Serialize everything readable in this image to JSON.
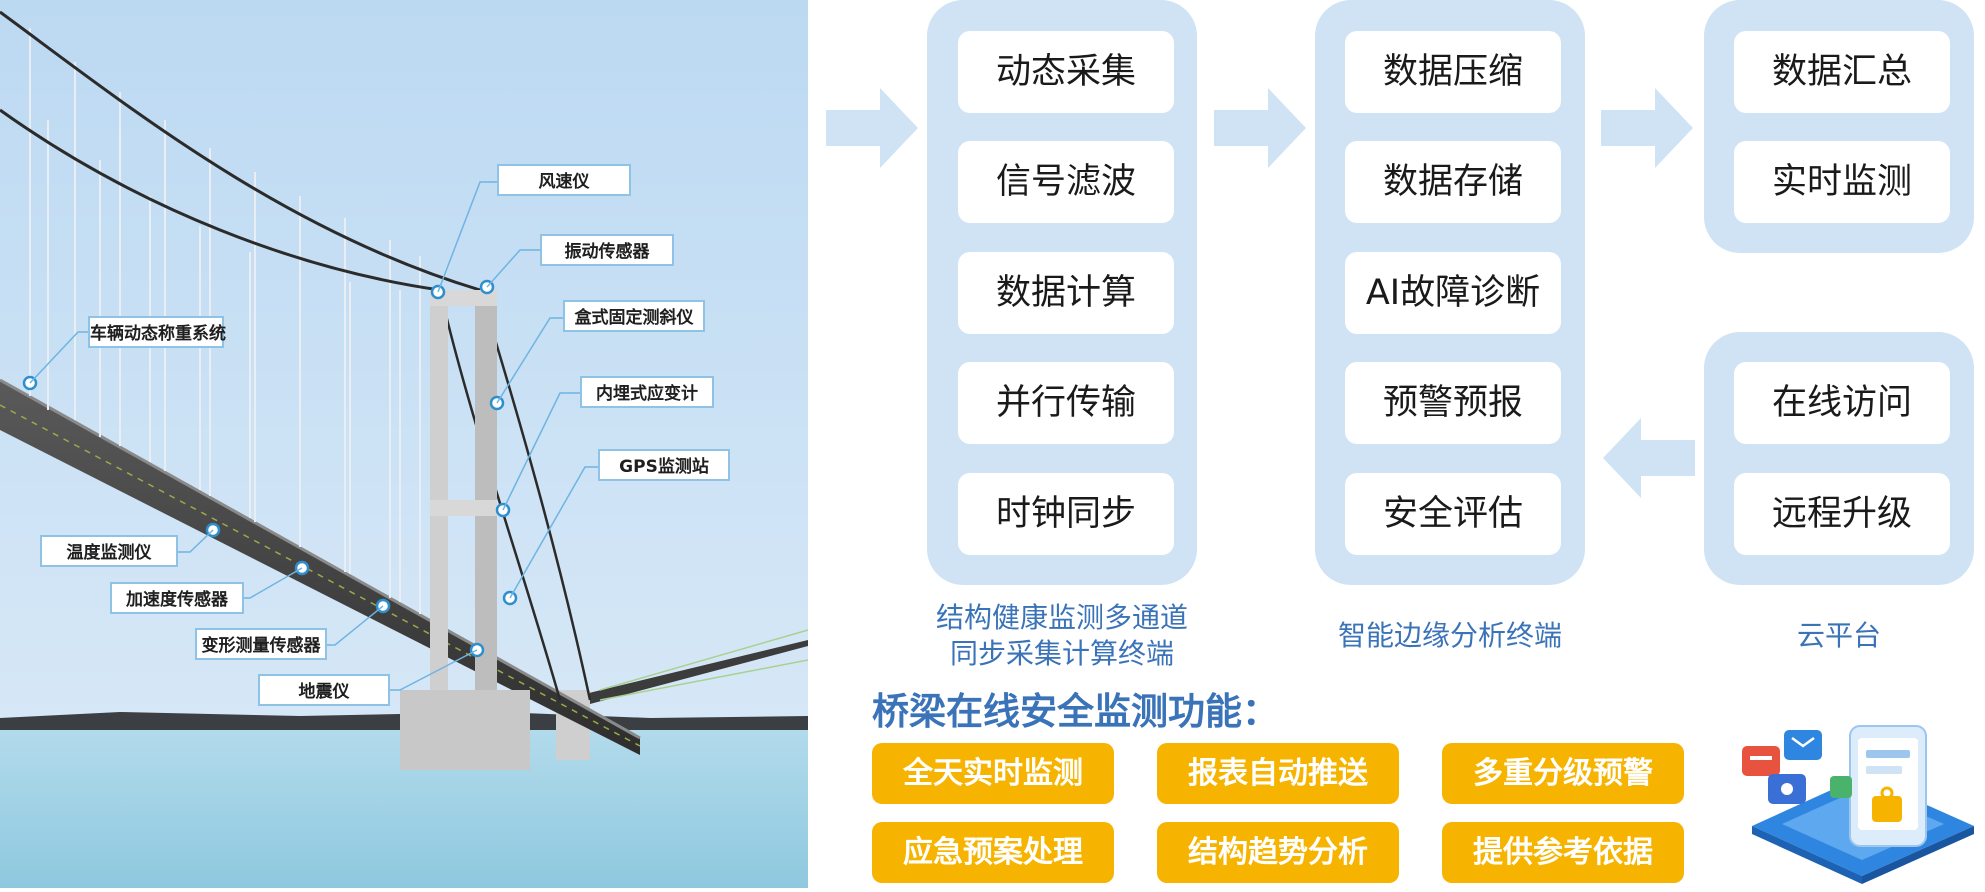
{
  "bridge": {
    "sensors": {
      "wind": "风速仪",
      "vibration": "振动传感器",
      "box_inclinometer": "盒式固定测斜仪",
      "strain": "内埋式应变计",
      "gps": "GPS监测站",
      "weigh": "车辆动态称重系统",
      "temperature": "温度监测仪",
      "acceleration": "加速度传感器",
      "deformation": "变形测量传感器",
      "seismometer": "地震仪"
    }
  },
  "flow": {
    "collector": {
      "items": [
        "动态采集",
        "信号滤波",
        "数据计算",
        "并行传输",
        "时钟同步"
      ],
      "caption_line1": "结构健康监测多通道",
      "caption_line2": "同步采集计算终端"
    },
    "edge": {
      "items": [
        "数据压缩",
        "数据存储",
        "AI故障诊断",
        "预警预报",
        "安全评估"
      ],
      "caption": "智能边缘分析终端"
    },
    "cloud": {
      "upper_items": [
        "数据汇总",
        "实时监测"
      ],
      "lower_items": [
        "在线访问",
        "远程升级"
      ],
      "caption": "云平台"
    }
  },
  "functions": {
    "title": "桥梁在线安全监测功能：",
    "items": [
      "全天实时监测",
      "报表自动推送",
      "多重分级预警",
      "应急预案处理",
      "结构趋势分析",
      "提供参考依据"
    ]
  },
  "colors": {
    "panel": "#cfe3f4",
    "caption": "#3b73b9",
    "function_button": "#f6b400",
    "sky": "#c9e0f5",
    "water": "#a9d6e8"
  }
}
